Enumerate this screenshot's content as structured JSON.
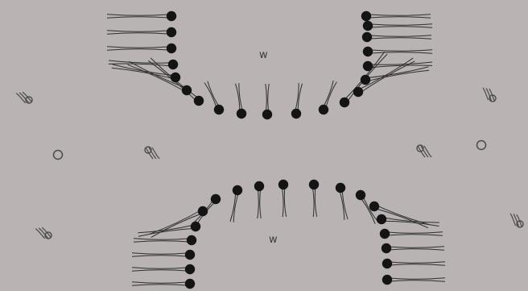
{
  "labels": {
    "upper_region": "w",
    "lower_region": "w"
  },
  "colors": {
    "background": "#b9b3b3",
    "head": "#141414",
    "tail": "#2e2e2e",
    "molecule": "#4a4a4a"
  },
  "icons": {
    "lipid_head": "filled-circle",
    "lipid_tail": "wavy-line-pair",
    "free_molecule": "small-amphiphile",
    "ring_molecule": "open-circle"
  }
}
